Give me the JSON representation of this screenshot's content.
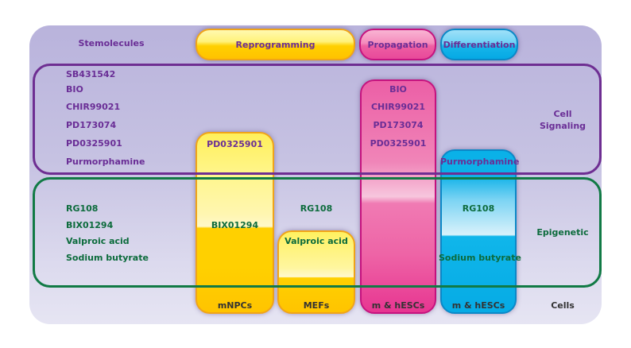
{
  "header": {
    "row_label": "Stemolecules",
    "stages": [
      {
        "label": "Reprogramming",
        "color": "#ffd000"
      },
      {
        "label": "Propagation",
        "color": "#ee5fa3"
      },
      {
        "label": "Differentiation",
        "color": "#17b5ea"
      }
    ]
  },
  "categories": {
    "cell_signaling": {
      "label_line1": "Cell",
      "label_line2": "Signaling",
      "frame_color": "#6e2e92",
      "molecules": [
        "SB431542",
        "BIO",
        "CHIR99021",
        "PD173074",
        "PD0325901",
        "Purmorphamine"
      ]
    },
    "epigenetic": {
      "label": "Epigenetic",
      "frame_color": "#117a45",
      "molecules": [
        "RG108",
        "BIX01294",
        "Valproic acid",
        "Sodium butyrate"
      ]
    }
  },
  "columns": {
    "mnpcs": {
      "stage": "Reprogramming",
      "cells": "mNPCs",
      "signaling": [
        "PD0325901"
      ],
      "epigenetic": [
        "BIX01294"
      ]
    },
    "mefs": {
      "stage": "Reprogramming",
      "cells": "MEFs",
      "signaling": [],
      "epigenetic": [
        "RG108",
        "Valproic acid"
      ]
    },
    "propagation": {
      "stage": "Propagation",
      "cells": "m & hESCs",
      "signaling": [
        "BIO",
        "CHIR99021",
        "PD173074",
        "PD0325901"
      ],
      "epigenetic": []
    },
    "differentiation": {
      "stage": "Differentiation",
      "cells": "m & hESCs",
      "signaling": [
        "Purmorphamine"
      ],
      "epigenetic": [
        "RG108",
        "Sodium butyrate"
      ]
    }
  },
  "footer": {
    "row_label": "Cells"
  }
}
